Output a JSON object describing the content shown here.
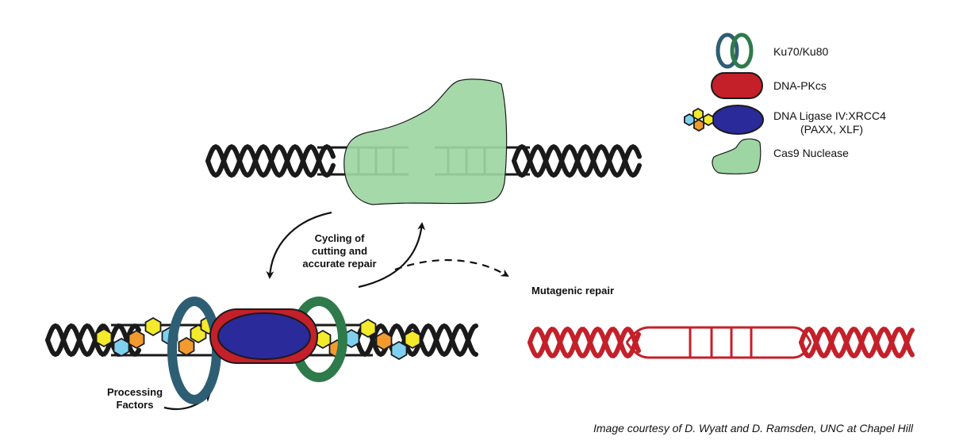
{
  "legend": {
    "ku": "Ku70/Ku80",
    "dnapk": "DNA-PKcs",
    "ligase_line1": "DNA Ligase IV:XRCC4",
    "ligase_line2": "(PAXX, XLF)",
    "cas9": "Cas9 Nuclease"
  },
  "labels": {
    "cycling_line1": "Cycling of",
    "cycling_line2": "cutting and",
    "cycling_line3": "accurate repair",
    "mutagenic": "Mutagenic repair",
    "processing_line1": "Processing",
    "processing_line2": "Factors"
  },
  "credit": "Image courtesy of D. Wyatt and D. Ramsden, UNC at Chapel Hill",
  "colors": {
    "ku_blue": "#2e5e73",
    "ku_green": "#2f7a4a",
    "dnapk_red": "#c4202a",
    "ligase_blue": "#2b2a9a",
    "cas9_green": "#9ed6a3",
    "dna_black": "#1a1a1a",
    "dna_red": "#c4202a",
    "hex_yellow": "#f2ea2a",
    "hex_blue": "#7fd0ef",
    "hex_orange": "#f29a2e"
  }
}
